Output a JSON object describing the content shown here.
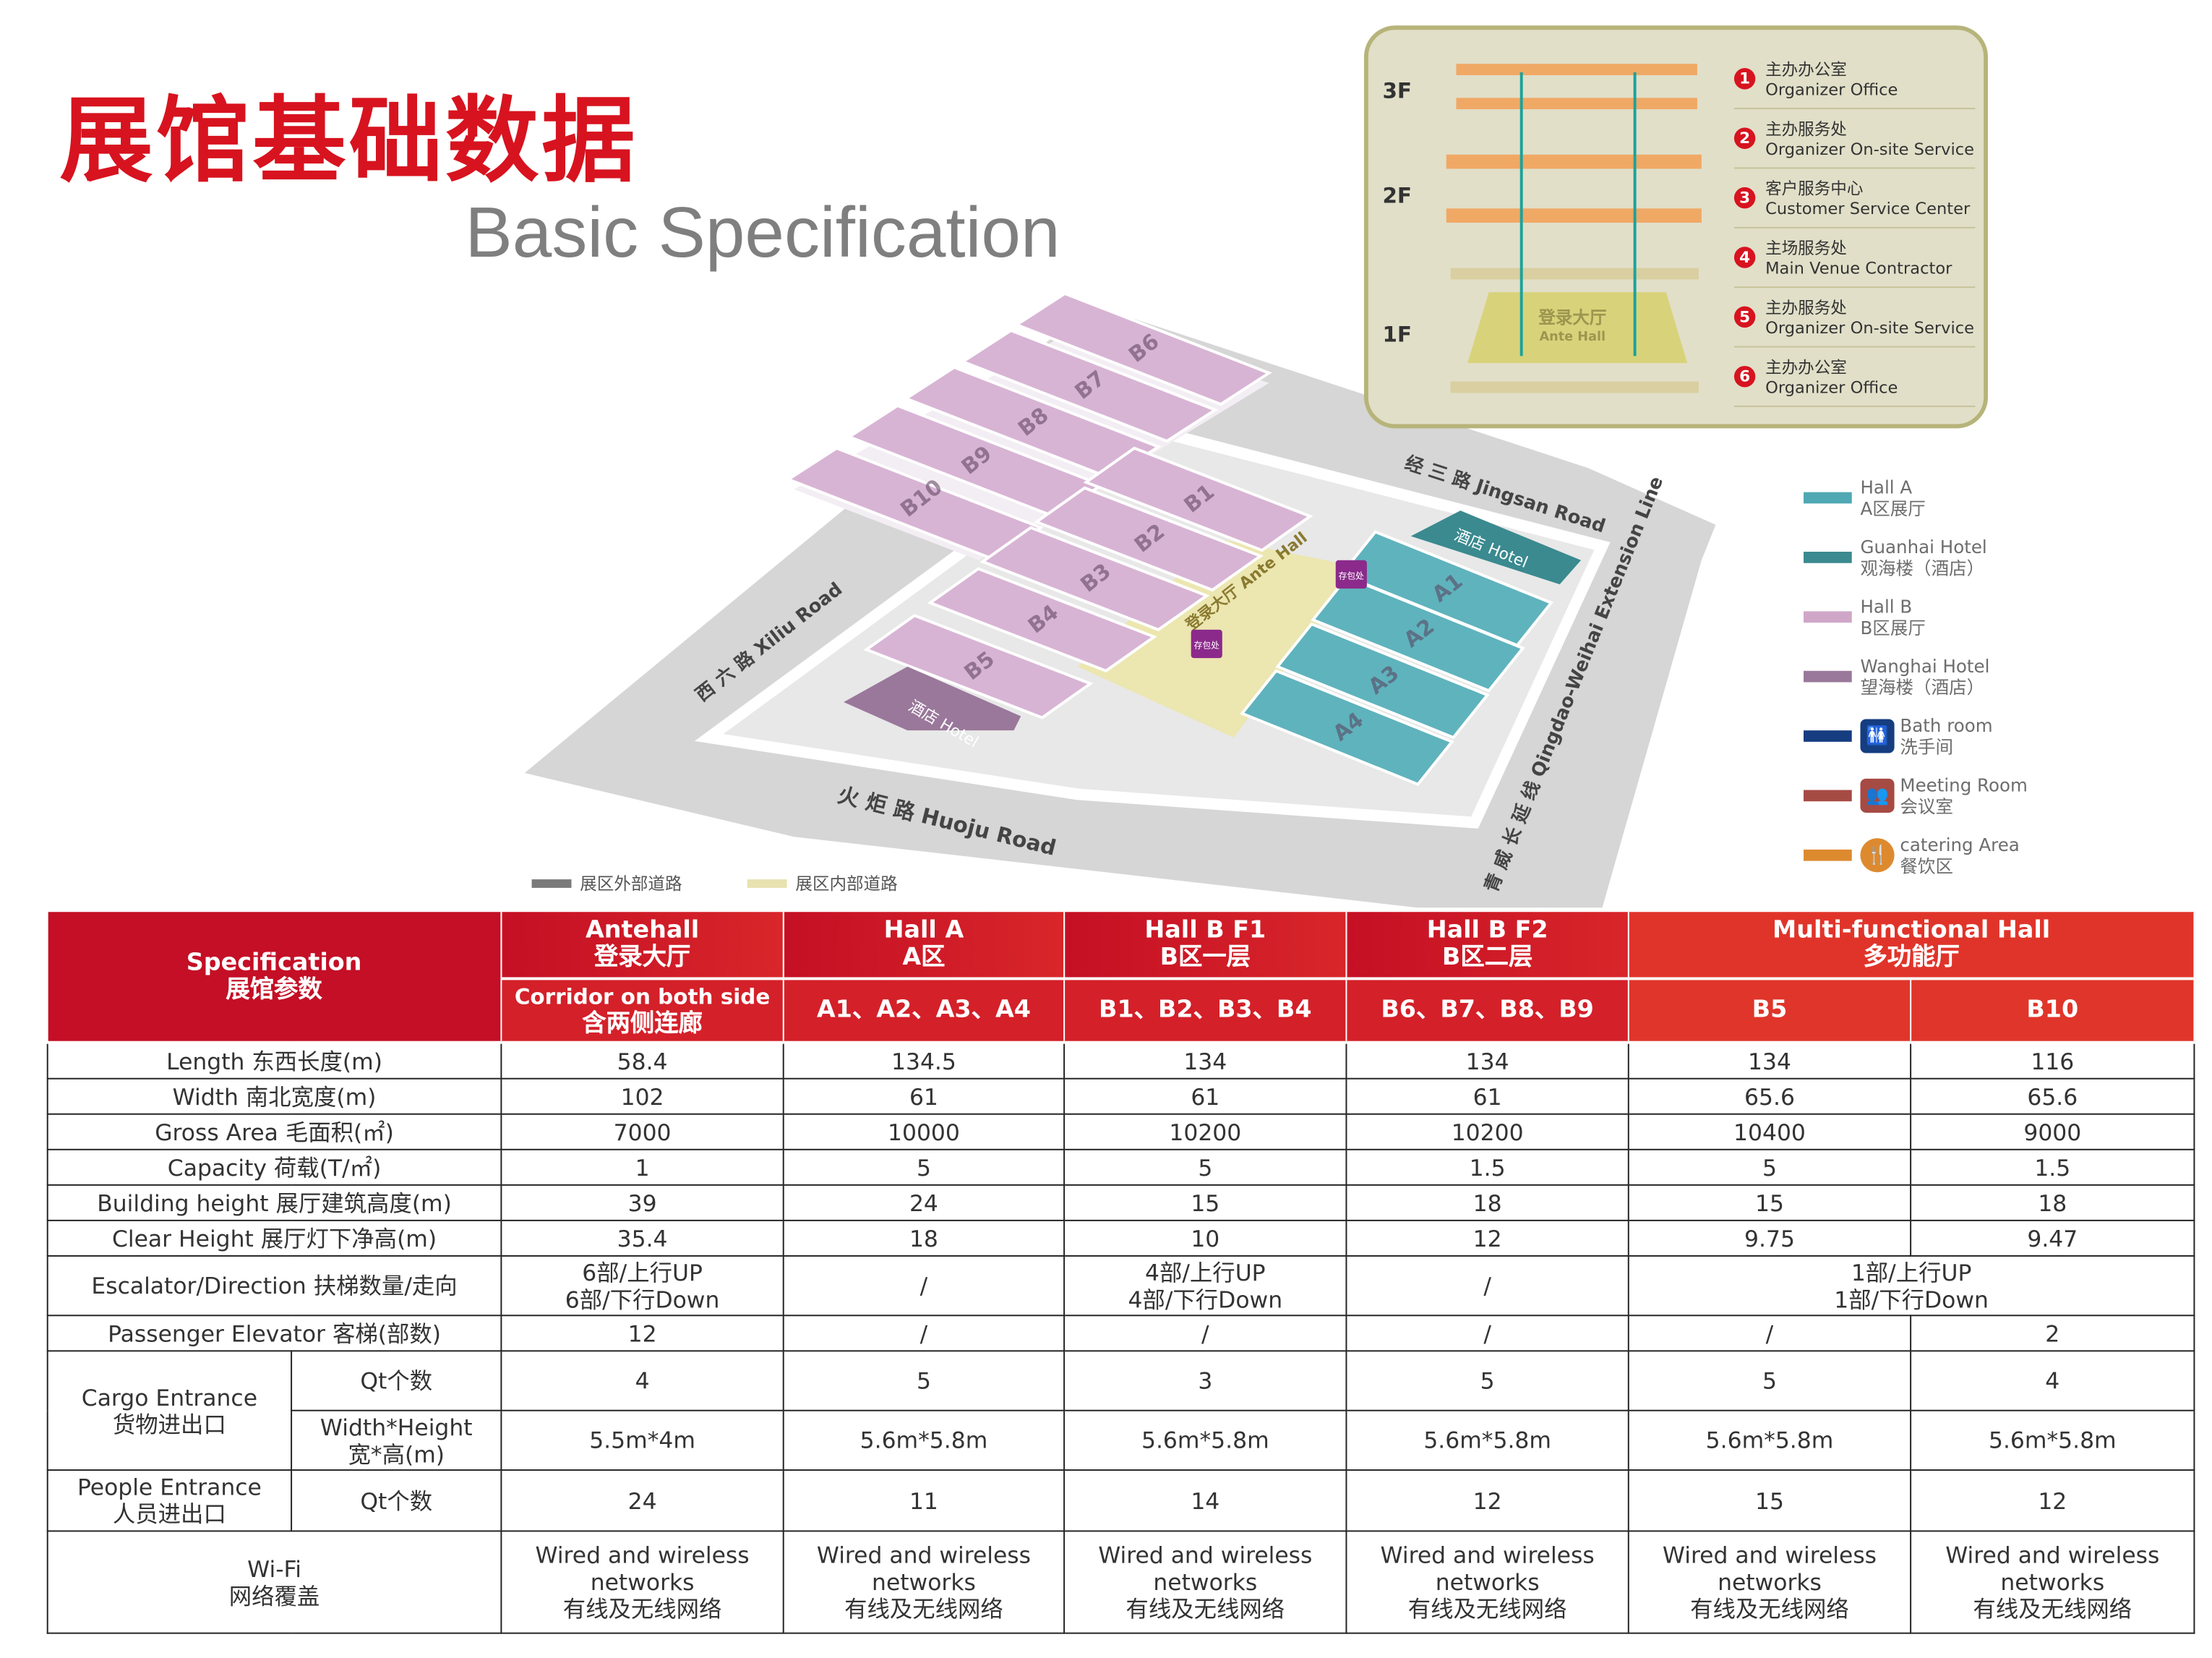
{
  "title": {
    "cn": "展馆基础数据",
    "en": "Basic Specification"
  },
  "floors": {
    "labels": [
      "3F",
      "2F",
      "1F"
    ],
    "antehall_label_cn": "登录大厅",
    "antehall_label_en": "Ante Hall",
    "items": [
      {
        "num": "1",
        "cn": "主办办公室",
        "en": "Organizer Office"
      },
      {
        "num": "2",
        "cn": "主办服务处",
        "en": "Organizer On-site Service"
      },
      {
        "num": "3",
        "cn": "客户服务中心",
        "en": "Customer Service Center"
      },
      {
        "num": "4",
        "cn": "主场服务处",
        "en": "Main Venue Contractor"
      },
      {
        "num": "5",
        "cn": "主办服务处",
        "en": "Organizer On-site Service"
      },
      {
        "num": "6",
        "cn": "主办办公室",
        "en": "Organizer Office"
      }
    ]
  },
  "legend": [
    {
      "en": "Hall A",
      "cn": "A区展厅",
      "color": "#4fa8b3"
    },
    {
      "en": "Guanhai Hotel",
      "cn": "观海楼（酒店）",
      "color": "#3a8a8f"
    },
    {
      "en": "Hall B",
      "cn": "B区展厅",
      "color": "#cfa6c8"
    },
    {
      "en": "Wanghai Hotel",
      "cn": "望海楼（酒店）",
      "color": "#9a789b"
    },
    {
      "en": "Bath room",
      "cn": "洗手间",
      "color": "#153d80",
      "icon": "restroom-icon"
    },
    {
      "en": "Meeting Room",
      "cn": "会议室",
      "color": "#a64a44",
      "icon": "meeting-room-icon"
    },
    {
      "en": "catering Area",
      "cn": "餐饮区",
      "color": "#dd8a2f",
      "icon": "catering-icon"
    }
  ],
  "road_key": {
    "outer": "展区外部道路",
    "inner": "展区内部道路",
    "outer_color": "#7a7a7a",
    "inner_color": "#e7e2b0"
  },
  "map": {
    "roads": {
      "jingsan": "经 三 路  Jingsan Road",
      "xiliu": "西 六 路  Xiliu Road",
      "huoju": "火 炬 路   Huoju Road",
      "qingwei": "青 威 长 延 线  Qingdao-Weihai Extension Line"
    },
    "halls_b_upper": [
      "B10",
      "B9",
      "B8",
      "B7",
      "B6"
    ],
    "halls_b_lower": [
      "B5",
      "B4",
      "B3",
      "B2",
      "B1"
    ],
    "halls_a": [
      "A1",
      "A2",
      "A3",
      "A4"
    ],
    "hotel_w": "酒店 Hotel",
    "hotel_g": "酒店 Hotel",
    "antehall": "登录大厅 Ante Hall",
    "coat": "存包处"
  },
  "table": {
    "spec_header": {
      "en": "Specification",
      "cn": "展馆参数"
    },
    "columns": [
      {
        "en": "Antehall",
        "cn": "登录大厅",
        "sub_en": "Corridor on both side",
        "sub_cn": "含两侧连廊"
      },
      {
        "en": "Hall A",
        "cn": "A区",
        "sub": "A1、A2、A3、A4"
      },
      {
        "en": "Hall B F1",
        "cn": "B区一层",
        "sub": "B1、B2、B3、B4"
      },
      {
        "en": "Hall B F2",
        "cn": "B区二层",
        "sub": "B6、B7、B8、B9"
      },
      {
        "en": "Multi-functional Hall",
        "cn": "多功能厅",
        "subs": [
          "B5",
          "B10"
        ]
      }
    ],
    "rows": [
      {
        "label": "Length  东西长度(m)",
        "values": [
          "58.4",
          "134.5",
          "134",
          "134",
          "134",
          "116"
        ]
      },
      {
        "label": "Width  南北宽度(m)",
        "values": [
          "102",
          "61",
          "61",
          "61",
          "65.6",
          "65.6"
        ]
      },
      {
        "label": "Gross Area  毛面积(㎡)",
        "values": [
          "7000",
          "10000",
          "10200",
          "10200",
          "10400",
          "9000"
        ]
      },
      {
        "label": "Capacity  荷载(T/㎡)",
        "values": [
          "1",
          "5",
          "5",
          "1.5",
          "5",
          "1.5"
        ]
      },
      {
        "label": "Building height  展厅建筑高度(m)",
        "values": [
          "39",
          "24",
          "15",
          "18",
          "15",
          "18"
        ]
      },
      {
        "label": "Clear Height  展厅灯下净高(m)",
        "values": [
          "35.4",
          "18",
          "10",
          "12",
          "9.75",
          "9.47"
        ]
      }
    ],
    "escalator": {
      "label": "Escalator/Direction  扶梯数量/走向",
      "antehall": [
        "6部/上行UP",
        "6部/下行Down"
      ],
      "hall_a": "/",
      "hall_b1": [
        "4部/上行UP",
        "4部/下行Down"
      ],
      "hall_b2": "/",
      "mf": [
        "1部/上行UP",
        "1部/下行Down"
      ]
    },
    "elevator": {
      "label": "Passenger Elevator  客梯(部数)",
      "values": [
        "12",
        "/",
        "/",
        "/",
        "/",
        "2"
      ]
    },
    "cargo": {
      "label_en": "Cargo Entrance",
      "label_cn": "货物进出口",
      "qt_label": "Qt个数",
      "qt": [
        "4",
        "5",
        "3",
        "5",
        "5",
        "4"
      ],
      "wh_label_en": "Width*Height",
      "wh_label_cn": "宽*高(m)",
      "wh": [
        "5.5m*4m",
        "5.6m*5.8m",
        "5.6m*5.8m",
        "5.6m*5.8m",
        "5.6m*5.8m",
        "5.6m*5.8m"
      ]
    },
    "people": {
      "label_en": "People Entrance",
      "label_cn": "人员进出口",
      "qt_label": "Qt个数",
      "qt": [
        "24",
        "11",
        "14",
        "12",
        "15",
        "12"
      ]
    },
    "wifi": {
      "label_en": "Wi-Fi",
      "label_cn": "网络覆盖",
      "value_en1": "Wired and wireless",
      "value_en2": "networks",
      "value_cn": "有线及无线网络"
    }
  }
}
